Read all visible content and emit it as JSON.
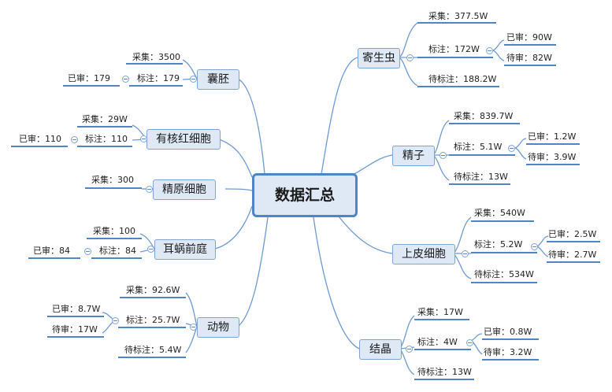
{
  "center": "数据汇总",
  "branches": {
    "jisheng": {
      "label": "寄生虫",
      "caiji": "采集：377.5W",
      "biaozhu": "标注：172W",
      "yishen": "已审：90W",
      "daishen": "待审：82W",
      "daibiaozhu": "待标注：188.2W"
    },
    "jingzi": {
      "label": "精子",
      "caiji": "采集：839.7W",
      "biaozhu": "标注：5.1W",
      "yishen": "已审：1.2W",
      "daishen": "待审：3.9W",
      "daibiaozhu": "待标注：13W"
    },
    "shangpi": {
      "label": "上皮细胞",
      "caiji": "采集：540W",
      "biaozhu": "标注：5.2W",
      "yishen": "已审：2.5W",
      "daishen": "待审：2.7W",
      "daibiaozhu": "待标注：534W"
    },
    "jiejing": {
      "label": "结晶",
      "caiji": "采集：17W",
      "biaozhu": "标注：4W",
      "yishen": "已审：0.8W",
      "daishen": "待审：3.2W",
      "daibiaozhu": "待标注：13W"
    },
    "nangpei": {
      "label": "囊胚",
      "caiji": "采集：3500",
      "biaozhu": "标注：179",
      "yishen": "已审：179"
    },
    "youhe": {
      "label": "有核红细胞",
      "caiji": "采集：29W",
      "biaozhu": "标注：110",
      "yishen": "已审：110"
    },
    "jingyuan": {
      "label": "精原细胞",
      "caiji": "采集：300"
    },
    "erwo": {
      "label": "耳蜗前庭",
      "caiji": "采集：100",
      "biaozhu": "标注：84",
      "yishen": "已审：84"
    },
    "dongwu": {
      "label": "动物",
      "caiji": "采集：92.6W",
      "biaozhu": "标注：25.7W",
      "yishen": "已审：8.7W",
      "daishen": "待审：17W",
      "daibiaozhu": "待标注：5.4W"
    }
  }
}
